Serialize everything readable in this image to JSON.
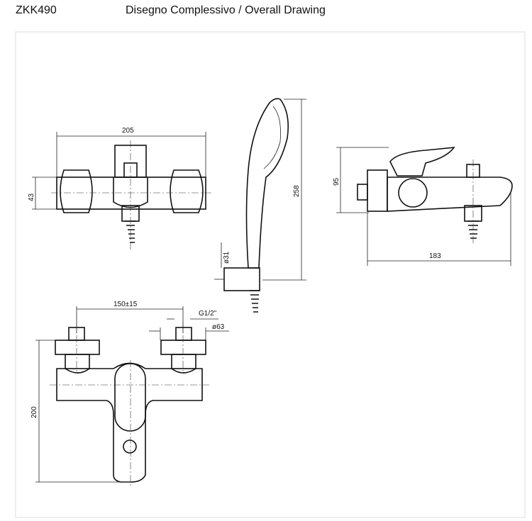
{
  "header": {
    "code": "ZKK490",
    "title": "Disegno Complessivo / Overall Drawing"
  },
  "dimensions": {
    "top_width": "205",
    "top_height": "43",
    "shower_length": "258",
    "shower_holder_dia": "ø31",
    "side_height": "95",
    "side_depth": "183",
    "center_distance": "150±15",
    "thread": "G1/2\"",
    "rosette_dia": "ø63",
    "front_height": "200"
  }
}
